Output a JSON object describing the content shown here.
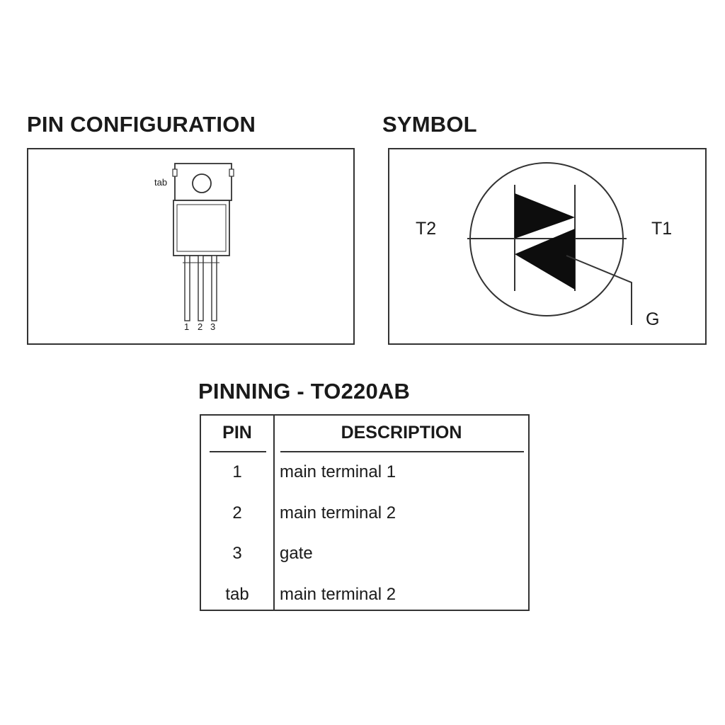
{
  "pin_configuration": {
    "heading": "PIN CONFIGURATION",
    "tab_label": "tab",
    "pin_labels": [
      "1",
      "2",
      "3"
    ]
  },
  "symbol": {
    "heading": "SYMBOL",
    "t2_label": "T2",
    "t1_label": "T1",
    "g_label": "G"
  },
  "pinning": {
    "heading": "PINNING - TO220AB",
    "columns": [
      "PIN",
      "DESCRIPTION"
    ],
    "rows": [
      {
        "pin": "1",
        "description": "main terminal 1"
      },
      {
        "pin": "2",
        "description": "main terminal 2"
      },
      {
        "pin": "3",
        "description": "gate"
      },
      {
        "pin": "tab",
        "description": "main terminal 2"
      }
    ]
  }
}
